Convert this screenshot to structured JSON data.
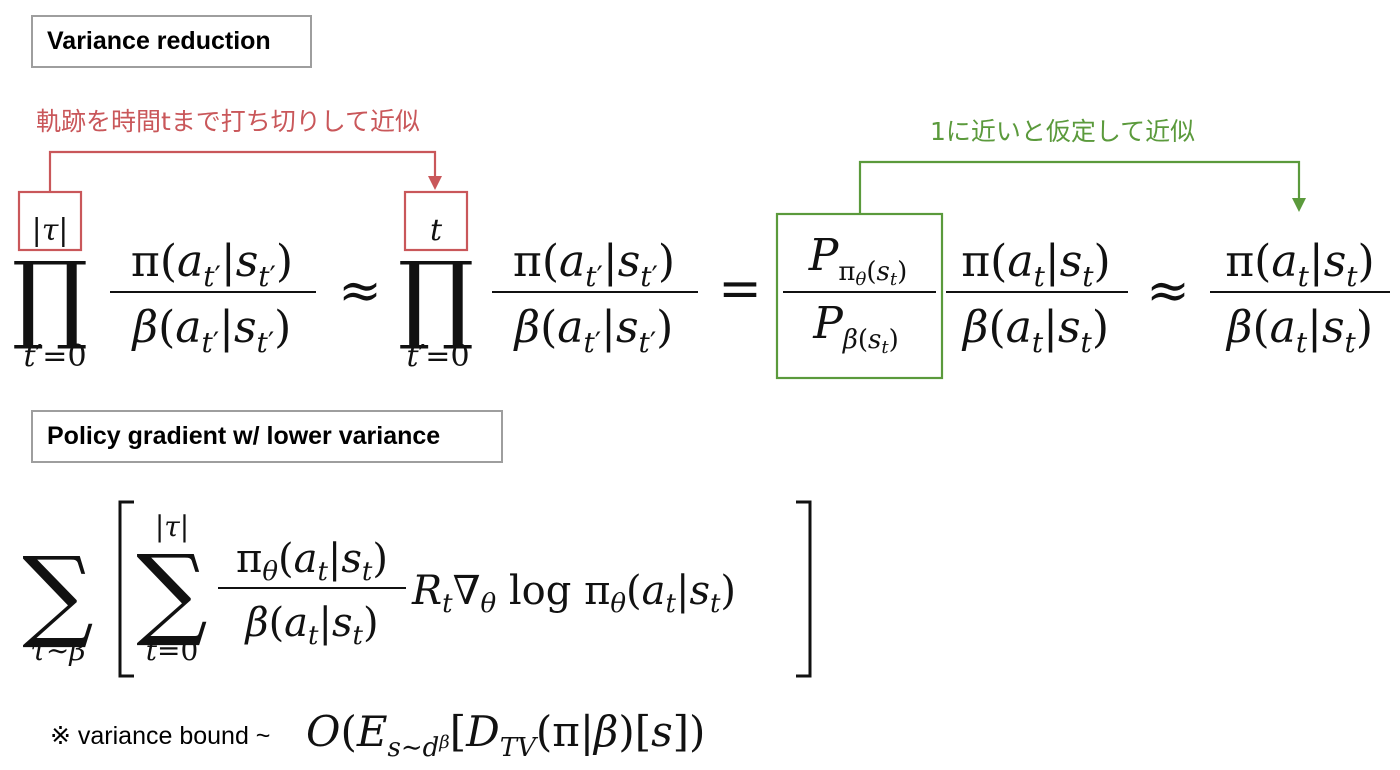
{
  "section1": {
    "title": "Variance reduction"
  },
  "section2": {
    "title": "Policy gradient w/ lower variance"
  },
  "annotations": {
    "truncate": "軌跡を時間tまで打ち切りして近似",
    "approx_one": "1に近いと仮定して近似"
  },
  "colors": {
    "red": "#c9575a",
    "green": "#5b9a3c",
    "box_border": "#9e9e9e"
  },
  "equation1": {
    "prod_upper_1": "|τ|",
    "prod_lower_1": "t′=0",
    "approx_sign": "≈",
    "prod_upper_2": "t",
    "prod_lower_2": "t′=0",
    "equals_sign": "=",
    "frac_num_tprime": "π(a_t′|s_t′)",
    "frac_den_tprime": "β(a_t′|s_t′)",
    "state_ratio_num": "P_πθ(s_t)",
    "state_ratio_den": "P_β(s_t)",
    "frac_num_t": "π(a_t|s_t)",
    "frac_den_t": "β(a_t|s_t)"
  },
  "equation2": {
    "outer_sum_lower": "τ∼β",
    "inner_sum_upper": "|τ|",
    "inner_sum_lower": "t=0",
    "frac_num": "π_θ(a_t|s_t)",
    "frac_den": "β(a_t|s_t)",
    "tail": "R_t ∇_θ log π_θ(a_t|s_t)"
  },
  "note": {
    "prefix": "※ variance bound ~",
    "formula": "O(E_s∼d^β[D_TV(π|β)[s])"
  }
}
